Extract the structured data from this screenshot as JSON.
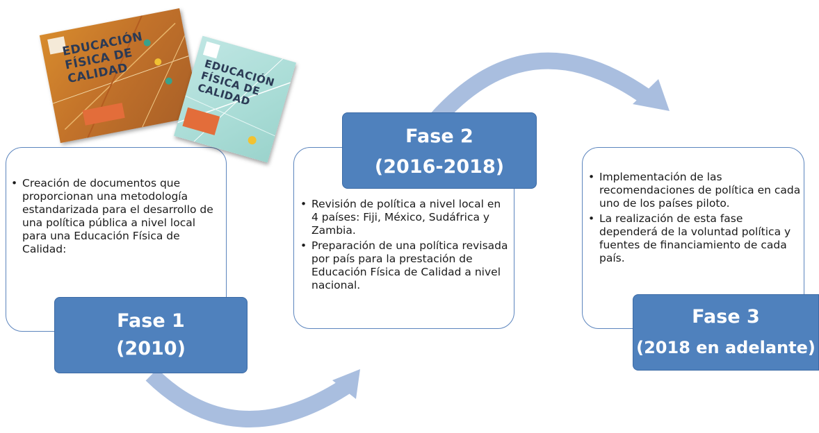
{
  "colors": {
    "accent": "#4f81bd",
    "arrow": "#a9bedf",
    "border": "#5b84bd"
  },
  "covers": [
    {
      "title_lines": [
        "EDUCACIÓN",
        "FÍSICA DE",
        "CALIDAD"
      ]
    },
    {
      "title_lines": [
        "EDUCACIÓN",
        "FÍSICA DE",
        "CALIDAD"
      ]
    }
  ],
  "phases": [
    {
      "title": "Fase 1",
      "period": "(2010)",
      "bullets": [
        "Creación de documentos que proporcionan una metodología estandarizada para el desarrollo de una política pública a nivel local para una Educación Física de Calidad:"
      ]
    },
    {
      "title": "Fase 2",
      "period": "(2016-2018)",
      "bullets": [
        "Revisión de política a nivel local en 4 países: Fiji, México, Sudáfrica y Zambia.",
        "Preparación de una política revisada por país para la prestación de Educación Física de Calidad a nivel nacional."
      ]
    },
    {
      "title": "Fase 3",
      "period": "(2018 en adelante)",
      "bullets": [
        "Implementación de las recomendaciones de política en cada uno de los países piloto.",
        "La realización de esta fase dependerá de la voluntad política y fuentes de financiamiento de cada país."
      ]
    }
  ]
}
